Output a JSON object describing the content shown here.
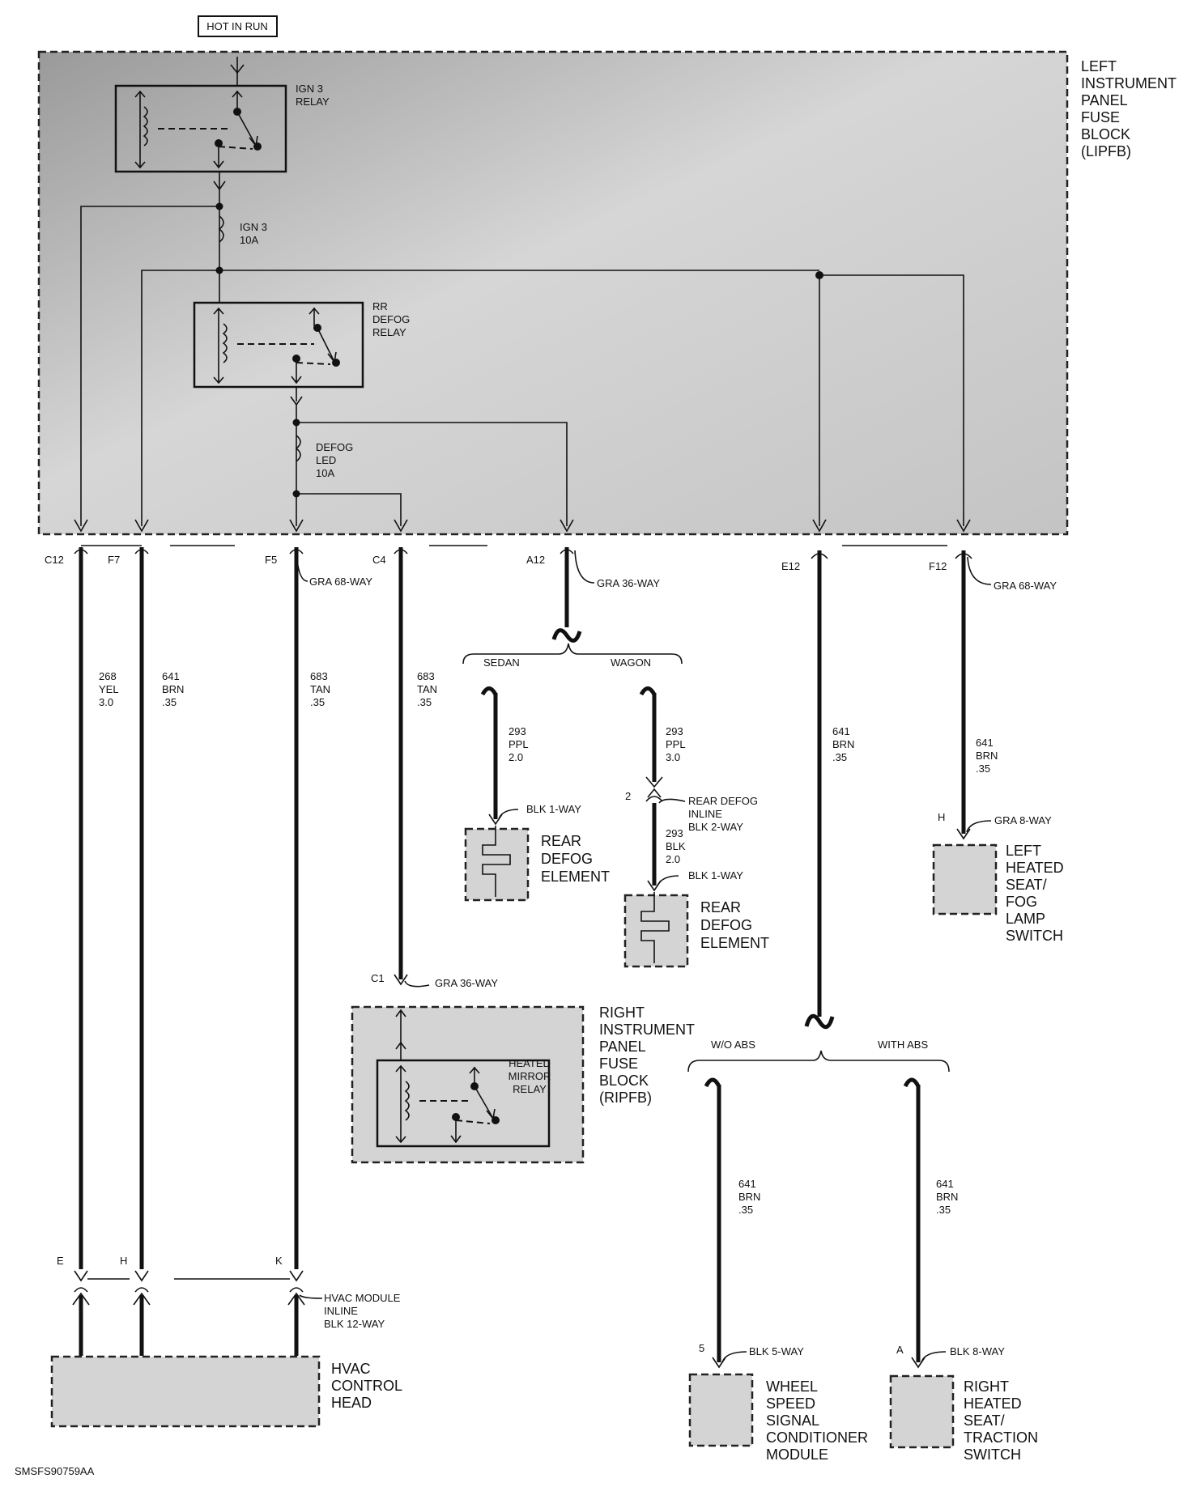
{
  "title": "HOT IN RUN",
  "lipfb": {
    "label": [
      "LEFT",
      "INSTRUMENT",
      "PANEL",
      "FUSE",
      "BLOCK",
      "(LIPFB)"
    ],
    "ign3_relay": [
      "IGN 3",
      "RELAY"
    ],
    "ign3_fuse": [
      "IGN 3",
      "10A"
    ],
    "rr_defog_relay": [
      "RR",
      "DEFOG",
      "RELAY"
    ],
    "defog_fuse": [
      "DEFOG",
      "LED",
      "10A"
    ]
  },
  "pins": {
    "c12": "C12",
    "f7": "F7",
    "f5": "F5",
    "c4": "C4",
    "a12": "A12",
    "e12": "E12",
    "f12": "F12",
    "c1": "C1",
    "e": "E",
    "h": "H",
    "k": "K",
    "h8": "H",
    "pin2": "2",
    "pin5": "5",
    "pinA": "A"
  },
  "connectors": {
    "f5": "GRA 68-WAY",
    "a12": "GRA 36-WAY",
    "f12": "GRA 68-WAY",
    "c1": "GRA 36-WAY",
    "hvac": [
      "HVAC MODULE",
      "INLINE",
      "BLK 12-WAY"
    ],
    "sedan_elem": "BLK 1-WAY",
    "inline2": [
      "REAR DEFOG",
      "INLINE",
      "BLK 2-WAY"
    ],
    "wagon_elem": "BLK 1-WAY",
    "left_seat": "GRA 8-WAY",
    "wheel": "BLK 5-WAY",
    "right_seat": "BLK 8-WAY"
  },
  "wires": {
    "w268": [
      "268",
      "YEL",
      "3.0"
    ],
    "w641a": [
      "641",
      "BRN",
      ".35"
    ],
    "w683a": [
      "683",
      "TAN",
      ".35"
    ],
    "w683b": [
      "683",
      "TAN",
      ".35"
    ],
    "w293s": [
      "293",
      "PPL",
      "2.0"
    ],
    "w293w": [
      "293",
      "PPL",
      "3.0"
    ],
    "w293blk": [
      "293",
      "BLK",
      "2.0"
    ],
    "w641b": [
      "641",
      "BRN",
      ".35"
    ],
    "w641c": [
      "641",
      "BRN",
      ".35"
    ],
    "w641d": [
      "641",
      "BRN",
      ".35"
    ],
    "w641e": [
      "641",
      "BRN",
      ".35"
    ]
  },
  "branches": {
    "sedan": "SEDAN",
    "wagon": "WAGON",
    "wo_abs": "W/O ABS",
    "with_abs": "WITH ABS"
  },
  "components": {
    "rear_defog_sedan": [
      "REAR",
      "DEFOG",
      "ELEMENT"
    ],
    "rear_defog_wagon": [
      "REAR",
      "DEFOG",
      "ELEMENT"
    ],
    "ripfb": [
      "RIGHT",
      "INSTRUMENT",
      "PANEL",
      "FUSE",
      "BLOCK",
      "(RIPFB)"
    ],
    "heated_mirror_relay": [
      "HEATED",
      "MIRROR",
      "RELAY"
    ],
    "left_seat_switch": [
      "LEFT",
      "HEATED",
      "SEAT/",
      "FOG",
      "LAMP",
      "SWITCH"
    ],
    "hvac_head": [
      "HVAC",
      "CONTROL",
      "HEAD"
    ],
    "wheel_speed": [
      "WHEEL",
      "SPEED",
      "SIGNAL",
      "CONDITIONER",
      "MODULE"
    ],
    "right_seat_switch": [
      "RIGHT",
      "HEATED",
      "SEAT/",
      "TRACTION",
      "SWITCH"
    ]
  },
  "figure_id": "SMSFS90759AA"
}
